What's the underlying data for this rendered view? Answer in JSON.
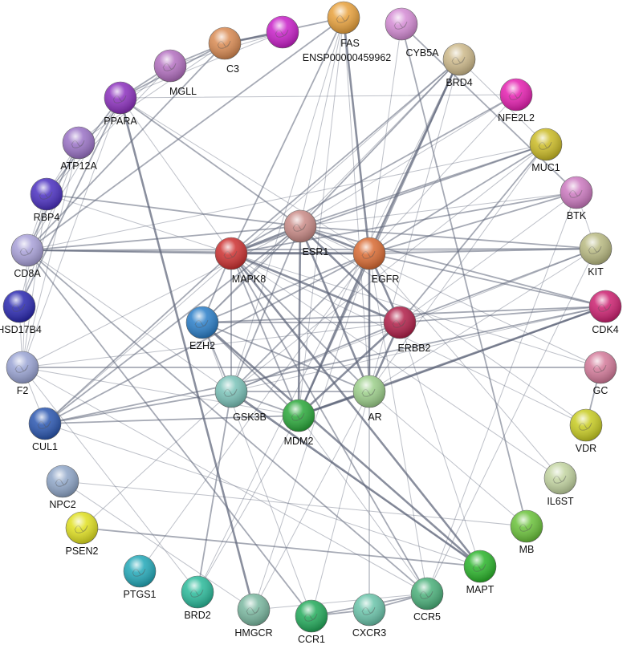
{
  "network": {
    "nodes": [
      {
        "id": "FAS",
        "label": "FAS",
        "color": "#e8a13c"
      },
      {
        "id": "ENSP",
        "label": "ENSP00000459962",
        "color": "#c81fc8"
      },
      {
        "id": "CYB5A",
        "label": "CYB5A",
        "color": "#d48bd4"
      },
      {
        "id": "C3",
        "label": "C3",
        "color": "#d98a52"
      },
      {
        "id": "BRD4",
        "label": "BRD4",
        "color": "#cdb98a"
      },
      {
        "id": "MGLL",
        "label": "MGLL",
        "color": "#b36fc0"
      },
      {
        "id": "NFE2L2",
        "label": "NFE2L2",
        "color": "#e51fb0"
      },
      {
        "id": "PPARA",
        "label": "PPARA",
        "color": "#8b2fbd"
      },
      {
        "id": "MUC1",
        "label": "MUC1",
        "color": "#cbbb25"
      },
      {
        "id": "ATP12A",
        "label": "ATP12A",
        "color": "#9a72c6"
      },
      {
        "id": "BTK",
        "label": "BTK",
        "color": "#cc79c0"
      },
      {
        "id": "RBP4",
        "label": "RBP4",
        "color": "#4a2fc0"
      },
      {
        "id": "ESR1",
        "label": "ESR1",
        "color": "#c98a86"
      },
      {
        "id": "KIT",
        "label": "KIT",
        "color": "#b9ba82"
      },
      {
        "id": "CD8A",
        "label": "CD8A",
        "color": "#a8a0d8"
      },
      {
        "id": "MAPK8",
        "label": "MAPK8",
        "color": "#cc3030"
      },
      {
        "id": "EGFR",
        "label": "EGFR",
        "color": "#d96a32"
      },
      {
        "id": "CDK4",
        "label": "CDK4",
        "color": "#cc2070"
      },
      {
        "id": "HSD17B4",
        "label": "HSD17B4",
        "color": "#2a28b0"
      },
      {
        "id": "ERBB2",
        "label": "ERBB2",
        "color": "#b01e48"
      },
      {
        "id": "EZH2",
        "label": "EZH2",
        "color": "#2a7ec8"
      },
      {
        "id": "F2",
        "label": "F2",
        "color": "#9aa4d4"
      },
      {
        "id": "GC",
        "label": "GC",
        "color": "#d47a9a"
      },
      {
        "id": "GSK3B",
        "label": "GSK3B",
        "color": "#7ac2b8"
      },
      {
        "id": "AR",
        "label": "AR",
        "color": "#9ccf8a"
      },
      {
        "id": "MDM2",
        "label": "MDM2",
        "color": "#2aa83a"
      },
      {
        "id": "VDR",
        "label": "VDR",
        "color": "#c8cc22"
      },
      {
        "id": "CUL1",
        "label": "CUL1",
        "color": "#2a56b0"
      },
      {
        "id": "IL6ST",
        "label": "IL6ST",
        "color": "#c2d4a0"
      },
      {
        "id": "NPC2",
        "label": "NPC2",
        "color": "#8fa6c8"
      },
      {
        "id": "MB",
        "label": "MB",
        "color": "#6ac23a"
      },
      {
        "id": "PSEN2",
        "label": "PSEN2",
        "color": "#e0e020"
      },
      {
        "id": "MAPT",
        "label": "MAPT",
        "color": "#2ab42a"
      },
      {
        "id": "PTGS1",
        "label": "PTGS1",
        "color": "#22a8b8"
      },
      {
        "id": "BRD2",
        "label": "BRD2",
        "color": "#2aba9a"
      },
      {
        "id": "CCR5",
        "label": "CCR5",
        "color": "#4ab07a"
      },
      {
        "id": "HMGCR",
        "label": "HMGCR",
        "color": "#7ab8a0"
      },
      {
        "id": "CXCR3",
        "label": "CXCR3",
        "color": "#6ac4aa"
      },
      {
        "id": "CCR1",
        "label": "CCR1",
        "color": "#22aa5a"
      }
    ],
    "edges": [
      [
        "FAS",
        "ESR1",
        "thin"
      ],
      [
        "FAS",
        "EGFR",
        "thick"
      ],
      [
        "FAS",
        "MAPK8",
        "mid"
      ],
      [
        "FAS",
        "C3",
        "mid"
      ],
      [
        "FAS",
        "CD8A",
        "mid"
      ],
      [
        "FAS",
        "AR",
        "thin"
      ],
      [
        "FAS",
        "MDM2",
        "thin"
      ],
      [
        "FAS",
        "GSK3B",
        "thin"
      ],
      [
        "ENSP",
        "C3",
        "thick"
      ],
      [
        "ENSP",
        "MGLL",
        "thin"
      ],
      [
        "ENSP",
        "PPARA",
        "thin"
      ],
      [
        "CYB5A",
        "EGFR",
        "thin"
      ],
      [
        "CYB5A",
        "BTK",
        "mid"
      ],
      [
        "C3",
        "MGLL",
        "mid"
      ],
      [
        "C3",
        "PPARA",
        "mid"
      ],
      [
        "C3",
        "CD8A",
        "mid"
      ],
      [
        "C3",
        "ATP12A",
        "thin"
      ],
      [
        "BRD4",
        "EGFR",
        "thick"
      ],
      [
        "BRD4",
        "ESR1",
        "mid"
      ],
      [
        "BRD4",
        "MAPK8",
        "mid"
      ],
      [
        "BRD4",
        "MDM2",
        "mid"
      ],
      [
        "BRD4",
        "AR",
        "thin"
      ],
      [
        "BRD4",
        "CUL1",
        "thin"
      ],
      [
        "BRD4",
        "EZH2",
        "thin"
      ],
      [
        "MGLL",
        "PPARA",
        "mid"
      ],
      [
        "MGLL",
        "ATP12A",
        "thin"
      ],
      [
        "MGLL",
        "RBP4",
        "thin"
      ],
      [
        "NFE2L2",
        "EGFR",
        "thin"
      ],
      [
        "NFE2L2",
        "ESR1",
        "thin"
      ],
      [
        "NFE2L2",
        "PPARA",
        "thin"
      ],
      [
        "NFE2L2",
        "MAPK8",
        "mid"
      ],
      [
        "PPARA",
        "ESR1",
        "mid"
      ],
      [
        "PPARA",
        "EGFR",
        "thin"
      ],
      [
        "PPARA",
        "RBP4",
        "mid"
      ],
      [
        "PPARA",
        "HSD17B4",
        "mid"
      ],
      [
        "PPARA",
        "CD8A",
        "thin"
      ],
      [
        "PPARA",
        "HMGCR",
        "thick"
      ],
      [
        "PPARA",
        "F2",
        "thin"
      ],
      [
        "PPARA",
        "MAPK8",
        "thin"
      ],
      [
        "MUC1",
        "EGFR",
        "mid"
      ],
      [
        "MUC1",
        "ESR1",
        "mid"
      ],
      [
        "MUC1",
        "ERBB2",
        "mid"
      ],
      [
        "MUC1",
        "MAPK8",
        "mid"
      ],
      [
        "MUC1",
        "GSK3B",
        "thin"
      ],
      [
        "MUC1",
        "AR",
        "thin"
      ],
      [
        "MUC1",
        "CD8A",
        "thin"
      ],
      [
        "MUC1",
        "BRD4",
        "thin"
      ],
      [
        "ATP12A",
        "RBP4",
        "thin"
      ],
      [
        "ATP12A",
        "CD8A",
        "mid"
      ],
      [
        "ATP12A",
        "F2",
        "thin"
      ],
      [
        "ATP12A",
        "HSD17B4",
        "thin"
      ],
      [
        "BTK",
        "EGFR",
        "mid"
      ],
      [
        "BTK",
        "ESR1",
        "thin"
      ],
      [
        "BTK",
        "ERBB2",
        "thin"
      ],
      [
        "BTK",
        "KIT",
        "thin"
      ],
      [
        "BTK",
        "MAPK8",
        "mid"
      ],
      [
        "BTK",
        "CCR5",
        "thin"
      ],
      [
        "RBP4",
        "ESR1",
        "mid"
      ],
      [
        "RBP4",
        "MAPK8",
        "thin"
      ],
      [
        "RBP4",
        "CD8A",
        "thin"
      ],
      [
        "RBP4",
        "F2",
        "thin"
      ],
      [
        "ESR1",
        "EGFR",
        "thick"
      ],
      [
        "ESR1",
        "MAPK8",
        "thick"
      ],
      [
        "ESR1",
        "ERBB2",
        "thick"
      ],
      [
        "ESR1",
        "AR",
        "thick"
      ],
      [
        "ESR1",
        "MDM2",
        "thick"
      ],
      [
        "ESR1",
        "GSK3B",
        "mid"
      ],
      [
        "ESR1",
        "EZH2",
        "mid"
      ],
      [
        "ESR1",
        "CD8A",
        "mid"
      ],
      [
        "ESR1",
        "KIT",
        "mid"
      ],
      [
        "ESR1",
        "CDK4",
        "mid"
      ],
      [
        "ESR1",
        "CUL1",
        "mid"
      ],
      [
        "ESR1",
        "F2",
        "thin"
      ],
      [
        "KIT",
        "EGFR",
        "mid"
      ],
      [
        "KIT",
        "ERBB2",
        "mid"
      ],
      [
        "KIT",
        "MAPK8",
        "thin"
      ],
      [
        "KIT",
        "CD8A",
        "mid"
      ],
      [
        "KIT",
        "GSK3B",
        "thin"
      ],
      [
        "KIT",
        "AR",
        "thin"
      ],
      [
        "KIT",
        "CCR5",
        "thin"
      ],
      [
        "CD8A",
        "MAPK8",
        "mid"
      ],
      [
        "CD8A",
        "EGFR",
        "mid"
      ],
      [
        "CD8A",
        "CCR5",
        "mid"
      ],
      [
        "CD8A",
        "CCR1",
        "mid"
      ],
      [
        "CD8A",
        "MAPT",
        "thin"
      ],
      [
        "CD8A",
        "F2",
        "thin"
      ],
      [
        "MAPK8",
        "EGFR",
        "thick"
      ],
      [
        "MAPK8",
        "ERBB2",
        "thick"
      ],
      [
        "MAPK8",
        "AR",
        "mid"
      ],
      [
        "MAPK8",
        "MDM2",
        "mid"
      ],
      [
        "MAPK8",
        "GSK3B",
        "mid"
      ],
      [
        "MAPK8",
        "EZH2",
        "mid"
      ],
      [
        "MAPK8",
        "CUL1",
        "mid"
      ],
      [
        "MAPK8",
        "MAPT",
        "thick"
      ],
      [
        "MAPK8",
        "CCR5",
        "mid"
      ],
      [
        "EGFR",
        "ERBB2",
        "thick"
      ],
      [
        "EGFR",
        "AR",
        "thick"
      ],
      [
        "EGFR",
        "MDM2",
        "thick"
      ],
      [
        "EGFR",
        "GSK3B",
        "mid"
      ],
      [
        "EGFR",
        "EZH2",
        "mid"
      ],
      [
        "EGFR",
        "CDK4",
        "mid"
      ],
      [
        "EGFR",
        "CUL1",
        "mid"
      ],
      [
        "EGFR",
        "PTGS1",
        "thin"
      ],
      [
        "EGFR",
        "CCR5",
        "thin"
      ],
      [
        "EGFR",
        "HMGCR",
        "thin"
      ],
      [
        "EGFR",
        "CXCR3",
        "thin"
      ],
      [
        "CDK4",
        "MDM2",
        "thick"
      ],
      [
        "CDK4",
        "GSK3B",
        "thin"
      ],
      [
        "CDK4",
        "EZH2",
        "mid"
      ],
      [
        "CDK4",
        "AR",
        "mid"
      ],
      [
        "CDK4",
        "CUL1",
        "mid"
      ],
      [
        "CDK4",
        "ERBB2",
        "mid"
      ],
      [
        "HSD17B4",
        "F2",
        "thin"
      ],
      [
        "HSD17B4",
        "RBP4",
        "thin"
      ],
      [
        "ERBB2",
        "AR",
        "thick"
      ],
      [
        "ERBB2",
        "MDM2",
        "thick"
      ],
      [
        "ERBB2",
        "GSK3B",
        "mid"
      ],
      [
        "ERBB2",
        "EZH2",
        "mid"
      ],
      [
        "ERBB2",
        "F2",
        "thin"
      ],
      [
        "ERBB2",
        "MAPT",
        "thin"
      ],
      [
        "EZH2",
        "GSK3B",
        "mid"
      ],
      [
        "EZH2",
        "MDM2",
        "mid"
      ],
      [
        "EZH2",
        "AR",
        "mid"
      ],
      [
        "EZH2",
        "MAPT",
        "thick"
      ],
      [
        "EZH2",
        "CCR1",
        "thin"
      ],
      [
        "F2",
        "GC",
        "mid"
      ],
      [
        "F2",
        "MDM2",
        "thin"
      ],
      [
        "F2",
        "CCR5",
        "thin"
      ],
      [
        "F2",
        "BRD2",
        "thin"
      ],
      [
        "F2",
        "CUL1",
        "thin"
      ],
      [
        "GC",
        "VDR",
        "mid"
      ],
      [
        "GC",
        "MAPK8",
        "thin"
      ],
      [
        "GC",
        "ESR1",
        "thin"
      ],
      [
        "GSK3B",
        "MDM2",
        "mid"
      ],
      [
        "GSK3B",
        "AR",
        "mid"
      ],
      [
        "GSK3B",
        "MAPT",
        "thick"
      ],
      [
        "GSK3B",
        "CUL1",
        "mid"
      ],
      [
        "GSK3B",
        "BRD2",
        "mid"
      ],
      [
        "AR",
        "MDM2",
        "thick"
      ],
      [
        "AR",
        "CXCR3",
        "thin"
      ],
      [
        "AR",
        "CCR1",
        "thin"
      ],
      [
        "AR",
        "MB",
        "thin"
      ],
      [
        "AR",
        "HMGCR",
        "thin"
      ],
      [
        "MDM2",
        "CUL1",
        "mid"
      ],
      [
        "MDM2",
        "BRD2",
        "thin"
      ],
      [
        "MDM2",
        "CCR5",
        "thin"
      ],
      [
        "VDR",
        "MAPK8",
        "thin"
      ],
      [
        "VDR",
        "ESR1",
        "thin"
      ],
      [
        "CUL1",
        "MAPT",
        "thin"
      ],
      [
        "IL6ST",
        "EGFR",
        "thin"
      ],
      [
        "IL6ST",
        "MAPK8",
        "thin"
      ],
      [
        "NPC2",
        "MB",
        "thin"
      ],
      [
        "NPC2",
        "HMGCR",
        "thin"
      ],
      [
        "MB",
        "CYB5A",
        "mid"
      ],
      [
        "PSEN2",
        "MAPT",
        "mid"
      ],
      [
        "PSEN2",
        "GSK3B",
        "thin"
      ],
      [
        "CCR5",
        "CCR1",
        "mid"
      ],
      [
        "CCR5",
        "CXCR3",
        "mid"
      ],
      [
        "CCR5",
        "HMGCR",
        "thin"
      ],
      [
        "CXCR3",
        "CCR1",
        "mid"
      ],
      [
        "BRD2",
        "BRD4",
        "thin"
      ]
    ]
  }
}
